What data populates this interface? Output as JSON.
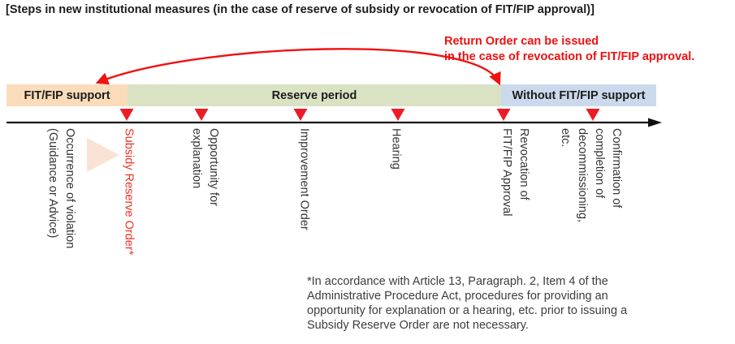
{
  "title": "[Steps in new institutional measures (in the case of reserve of subsidy or revocation of FIT/FIP approval)]",
  "annotation": {
    "line1": "Return Order can be issued",
    "line2": "in the case of revocation of FIT/FIP approval."
  },
  "phases": [
    {
      "label": "FIT/FIP support",
      "color": "#fadcbb"
    },
    {
      "label": "Reserve period",
      "color": "#d9e2c3"
    },
    {
      "label": "Without FIT/FIP support",
      "color": "#cbd9ec"
    }
  ],
  "events": [
    {
      "label": "Occurrence of violation\n(Guidance or Advice)",
      "marker": false,
      "highlight": false
    },
    {
      "label": "Subsidy Reserve Order*",
      "marker": true,
      "highlight": true
    },
    {
      "label": "Opportunity for\nexplanation",
      "marker": true,
      "highlight": false
    },
    {
      "label": "Improvement Order",
      "marker": true,
      "highlight": false
    },
    {
      "label": "Hearing",
      "marker": true,
      "highlight": false
    },
    {
      "label": "Revocation of\nFIT/FIP Approval",
      "marker": true,
      "highlight": false
    },
    {
      "label": "Confirmation of\ncompletion of\ndecommissioning,\netc.",
      "marker": true,
      "highlight": false
    }
  ],
  "footnote": "*In accordance with Article 13, Paragraph. 2, Item 4 of the\nAdministrative Procedure Act, procedures for providing an\nopportunity for explanation or a hearing, etc. prior to issuing a\nSubsidy Reserve Order are not necessary.",
  "colors": {
    "red": "#f01111",
    "label_red": "#ee3124",
    "marker_red": "#ed1c24",
    "pointer_peach": "#fae3d4",
    "phase_peach": "#fadcbb",
    "phase_green": "#d9e2c3",
    "phase_blue": "#cbd9ec"
  }
}
